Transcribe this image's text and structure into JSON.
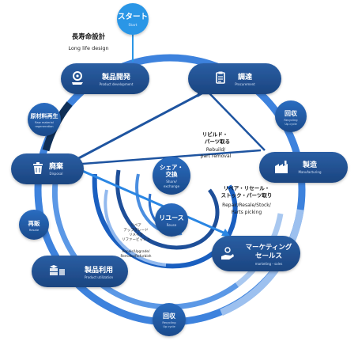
{
  "start": {
    "jp": "スタート",
    "en": "Start"
  },
  "long_life": {
    "jp": "長寿命設計",
    "en": "Long life design"
  },
  "stages": {
    "product_dev": {
      "jp": "製品開発",
      "en": "Product development"
    },
    "procurement": {
      "jp": "調達",
      "en": "Procurement"
    },
    "manufacturing": {
      "jp": "製造",
      "en": "Manufacturing"
    },
    "marketing": {
      "jp1": "マーケティング",
      "jp2": "セールス",
      "en": "marketing・sales"
    },
    "product_use": {
      "jp": "製品利用",
      "en": "Product utilization"
    },
    "disposal": {
      "jp": "廃棄",
      "en": "Disposal"
    }
  },
  "small": {
    "raw_regen": {
      "jp": "原材料再生",
      "en1": "Raw material",
      "en2": "regeneration"
    },
    "resale": {
      "jp": "再販",
      "en": "Resale"
    },
    "recycling_top": {
      "jp": "回収",
      "en1": "Recycling",
      "en2": "Up cycle"
    },
    "recycling_bottom": {
      "jp": "回収",
      "en1": "Recycling",
      "en2": "Up cycle"
    }
  },
  "inner": {
    "share": {
      "jp1": "シェア・",
      "jp2": "交換",
      "en1": "Share/",
      "en2": "exchange"
    },
    "reuse": {
      "jp": "リユース",
      "en": "Reuse"
    },
    "repair": {
      "jp": [
        "リペア",
        "アップグレード",
        "リメイク",
        "リファービッシュ"
      ],
      "en": "Repair/Upgrade/",
      "en2": "Remake/Refurbish"
    }
  },
  "annotations": {
    "rebuild": {
      "jp": "リビルド・",
      "jp2": "パーツ取る",
      "en1": "Rebuild/",
      "en2": "part removal"
    },
    "repair_resale": {
      "jp1": "リペア・リセール・",
      "jp2": "ストック・パーツ取り",
      "en1": "Repair/Resale/Stock/",
      "en2": "Parts picking"
    }
  },
  "colors": {
    "navy": "#1f4e8c",
    "outer_ring": "#2f78d8",
    "ring_light": "#8ab4ec",
    "accent": "#2a96e6",
    "dark_arc": "#0f2f57"
  },
  "icons": [
    "gear-hand-icon",
    "clipboard-icon",
    "factory-icon",
    "hand-coins-icon",
    "cubes-icon",
    "trash-icon"
  ]
}
